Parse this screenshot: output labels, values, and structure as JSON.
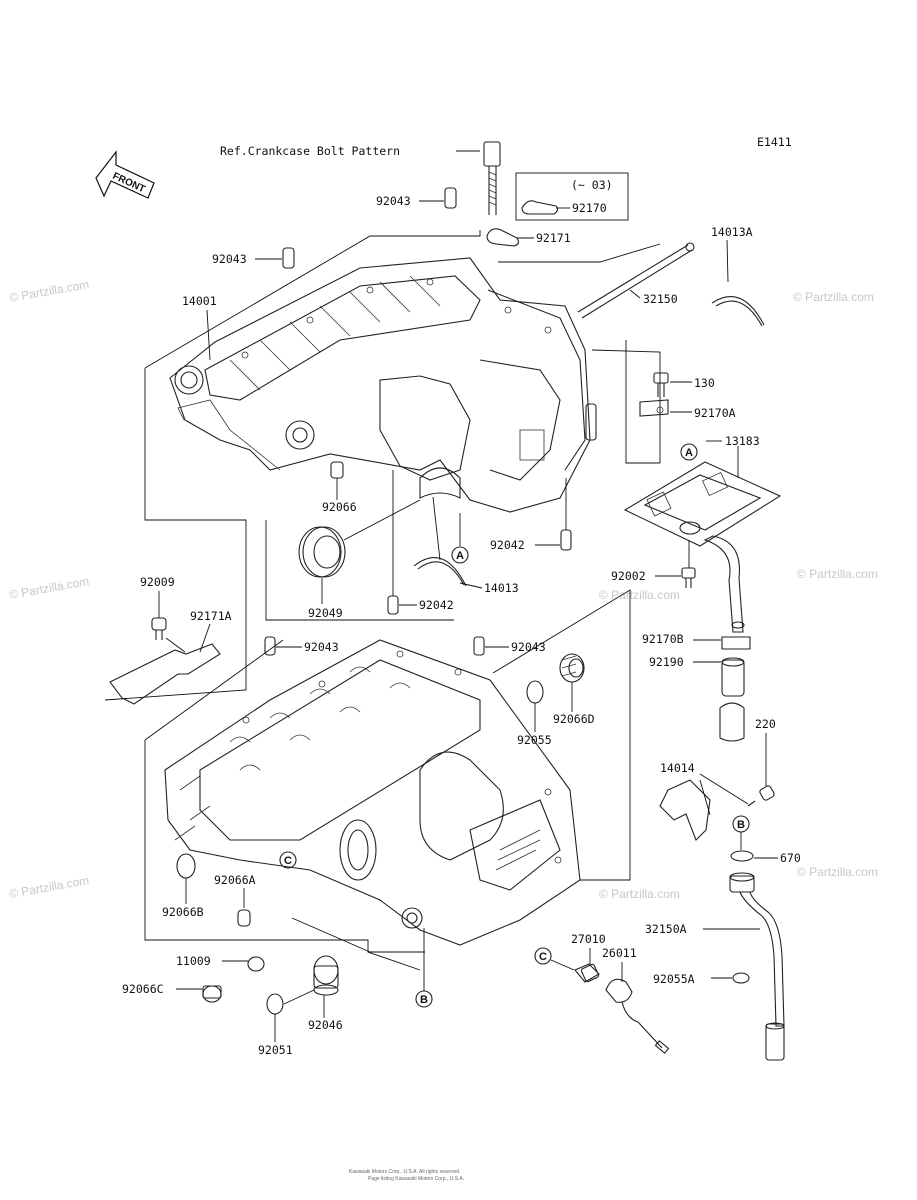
{
  "diagram": {
    "code": "E1411",
    "ref_label": "Ref.Crankcase Bolt Pattern",
    "front_label": "FRONT",
    "variant_note": "(~ 03)",
    "footer_line1": "Kawasaki Motors Corp., U.S.A. All rights reserved.",
    "footer_line2": "Page listing Kawasaki Motors Corp., U.S.A.",
    "watermark": "© Partzilla.com"
  },
  "parts": {
    "p92043a": "92043",
    "p92043b": "92043",
    "p92043c": "92043",
    "p92043d": "92043",
    "p92170": "92170",
    "p92171": "92171",
    "p14013A": "14013A",
    "p14001": "14001",
    "p32150": "32150",
    "p130": "130",
    "p92170A": "92170A",
    "p13183": "13183",
    "p92066": "92066",
    "p92042a": "92042",
    "p92042b": "92042",
    "p92049": "92049",
    "p14013": "14013",
    "p92002": "92002",
    "p92009": "92009",
    "p92171A": "92171A",
    "p92170B": "92170B",
    "p92190": "92190",
    "p92066D": "92066D",
    "p92055": "92055",
    "p220": "220",
    "p14014": "14014",
    "p670": "670",
    "p92066A": "92066A",
    "p92066B": "92066B",
    "p32150A": "32150A",
    "p27010": "27010",
    "p26011": "26011",
    "p11009": "11009",
    "p92055A": "92055A",
    "p92066C": "92066C",
    "p92046": "92046",
    "p92051": "92051"
  },
  "callouts": {
    "A1": "A",
    "A2": "A",
    "B1": "B",
    "B2": "B",
    "C1": "C",
    "C2": "C"
  }
}
